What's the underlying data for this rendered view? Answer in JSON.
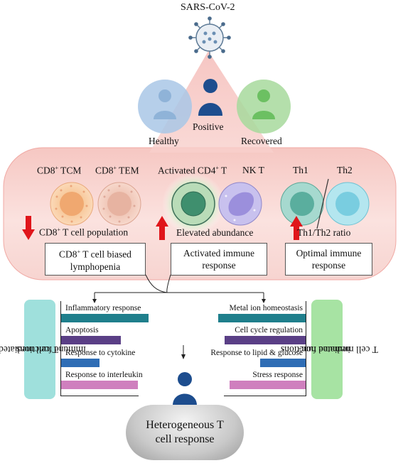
{
  "virus": {
    "label": "SARS-CoV-2"
  },
  "people": {
    "healthy": "Healthy",
    "positive": "Positive",
    "recovered": "Recovered"
  },
  "top_cells": {
    "cd8_tcm": {
      "main": "CD8",
      "sup": "+",
      "rest": " TCM"
    },
    "cd8_tem": {
      "main": "CD8",
      "sup": "+",
      "rest": " TEM"
    },
    "activated_cd4": {
      "main": "Activated CD4",
      "sup": "+",
      "rest": " T"
    },
    "nk_t": "NK T",
    "th1": "Th1",
    "th2": "Th2"
  },
  "indicators": {
    "cd8_population": {
      "main": "CD8",
      "sup": "+",
      "rest": " T cell population"
    },
    "elevated": "Elevated abundance",
    "ratio": "Th1/Th2 ratio"
  },
  "outcomes": {
    "left": {
      "main": "CD8",
      "sup": "+",
      "rest": " T cell biased",
      "line2": "lymphopenia"
    },
    "middle": {
      "line1": "Activated immune",
      "line2": "response"
    },
    "right": {
      "line1": "Optimal immune",
      "line2": "response"
    }
  },
  "immune_functions": {
    "tab_line1": "T cell mediated",
    "tab_line2": "immune functions",
    "items": [
      {
        "label": "Inflammatory response",
        "value": 1.0,
        "color": "#1f7f8c"
      },
      {
        "label": "Apoptosis",
        "value": 0.68,
        "color": "#5a3f86"
      },
      {
        "label": "Response to cytokine",
        "value": 0.44,
        "color": "#2f6db5"
      },
      {
        "label": "Response to interleukin",
        "value": 0.88,
        "color": "#cf7fbe"
      }
    ]
  },
  "non_immune_functions": {
    "tab_line1": "T cell mediated non-",
    "tab_line2": "immune functions",
    "items": [
      {
        "label": "Metal ion homeostasis",
        "value": 1.0,
        "color": "#1f7f8c"
      },
      {
        "label": "Cell cycle regulation",
        "value": 0.93,
        "color": "#5a3f86"
      },
      {
        "label": "Response to lipid & glucose",
        "value": 0.52,
        "color": "#2f6db5"
      },
      {
        "label": "Stress response",
        "value": 0.87,
        "color": "#cf7fbe"
      }
    ]
  },
  "result": {
    "line1": "Heterogeneous T",
    "line2": "cell response"
  },
  "colors": {
    "arrow_red": "#e0161b",
    "pink_band": "#f3b3b0",
    "healthy_blue": "#a9c7e6",
    "recovered_green": "#a7d99c",
    "person_blue": "#1d4d8e",
    "immune_tab": "#9fe0dc",
    "non_immune_tab": "#a7e3a3"
  }
}
